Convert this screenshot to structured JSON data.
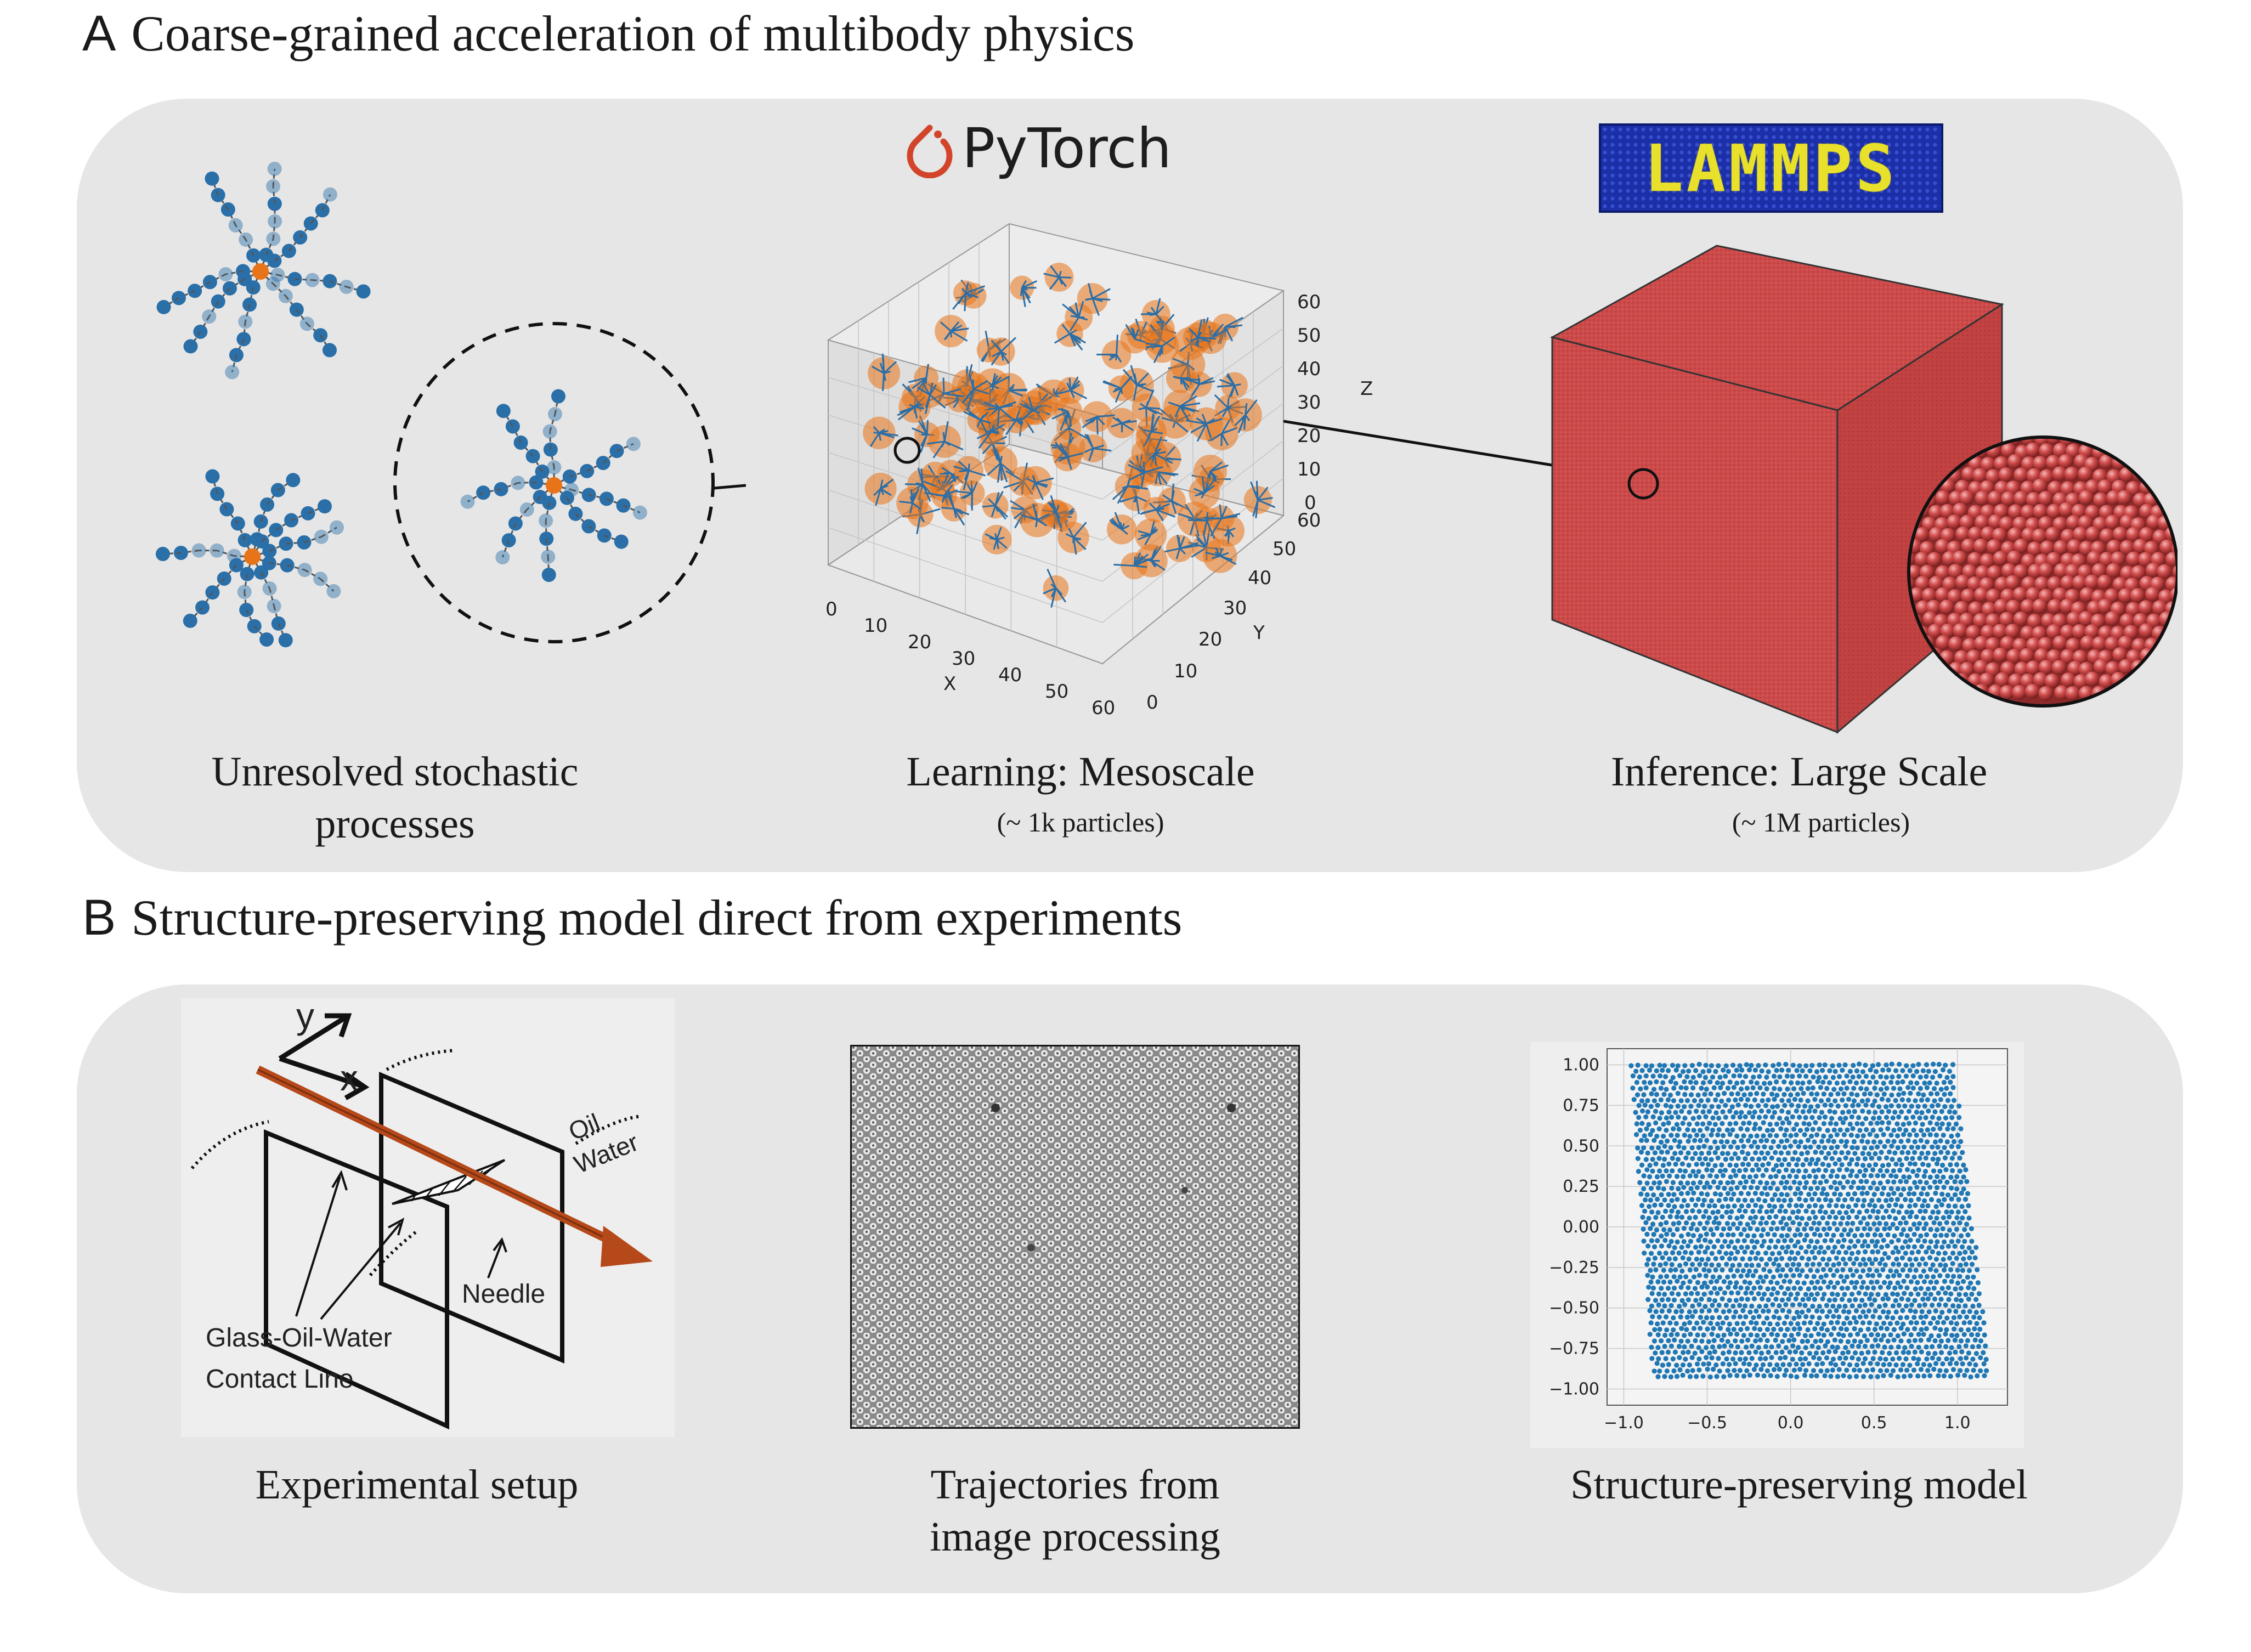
{
  "panel_a": {
    "letter": "A",
    "title": "Coarse-grained acceleration of multibody physics",
    "pytorch_logo_text": "PyTorch",
    "lammps_logo_text": "LAMMPS",
    "caption_left": [
      "Unresolved stochastic",
      "processes"
    ],
    "caption_mid": "Learning: Mesoscale",
    "subcaption_mid": "(~ 1k particles)",
    "caption_right": "Inference: Large Scale",
    "subcaption_right": "(~ 1M particles)",
    "plot3d": {
      "x_label": "X",
      "y_label": "Y",
      "z_label": "Z",
      "x_ticks": [
        "0",
        "10",
        "20",
        "30",
        "40",
        "50",
        "60"
      ],
      "y_ticks": [
        "0",
        "10",
        "20",
        "30",
        "40",
        "50",
        "60"
      ],
      "z_ticks": [
        "0",
        "10",
        "20",
        "30",
        "40",
        "50",
        "60"
      ]
    },
    "colors": {
      "blue": "#2a6fa8",
      "orange": "#e8741a",
      "red": "#c94545",
      "panel": "#e6e6e6"
    }
  },
  "panel_b": {
    "letter": "B",
    "title": "Structure-preserving model direct from experiments",
    "setup_labels": {
      "y": "y",
      "x": "x",
      "oil": "Oil",
      "water": "Water",
      "needle": "Needle",
      "contact_line": [
        "Glass-Oil-Water",
        "Contact Line"
      ]
    },
    "caption_left": "Experimental setup",
    "caption_mid": [
      "Trajectories from",
      "image processing"
    ],
    "caption_right": "Structure-preserving model",
    "scatter": {
      "x_ticks": [
        "−1.0",
        "−0.5",
        "0.0",
        "0.5",
        "1.0"
      ],
      "y_ticks": [
        "1.00",
        "0.75",
        "0.50",
        "0.25",
        "0.00",
        "−0.25",
        "−0.50",
        "−0.75",
        "−1.00"
      ]
    }
  },
  "chart_data": {
    "type": "scatter",
    "title": "",
    "xlabel": "",
    "ylabel": "",
    "xlim": [
      -1.1,
      1.3
    ],
    "ylim": [
      -1.1,
      1.1
    ],
    "grid": true,
    "series": [
      {
        "color": "#1f77b4",
        "region": "densely packed points filling a skewed quadrilateral with corners approx (-0.95,1.0), (0.98,1.0), (1.2,-0.9), (-0.82,-0.92)"
      }
    ]
  }
}
